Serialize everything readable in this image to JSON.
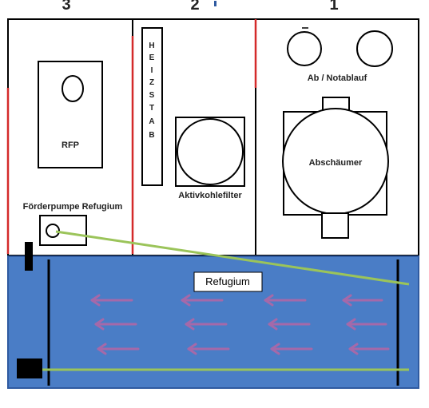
{
  "sections": {
    "numbers": [
      "3",
      "2",
      "1"
    ],
    "section3": {
      "rfp_label": "RFP",
      "pump_label": "Förderpumpe Refugium"
    },
    "section2": {
      "heater_letters": [
        "H",
        "E",
        "I",
        "Z",
        "S",
        "T",
        "A",
        "B"
      ],
      "filter_label": "Aktivkohlefilter"
    },
    "section1": {
      "drain_label": "Ab / Notablauf",
      "skimmer_label": "Abschäumer"
    }
  },
  "refugium": {
    "label": "Refugium"
  },
  "colors": {
    "outline": "#000000",
    "red_edge": "#d42a2a",
    "water": "#4a7dc6",
    "water_border": "#2f5aa0",
    "pipe": "#9bc45a",
    "arrow": "#a569a9"
  }
}
